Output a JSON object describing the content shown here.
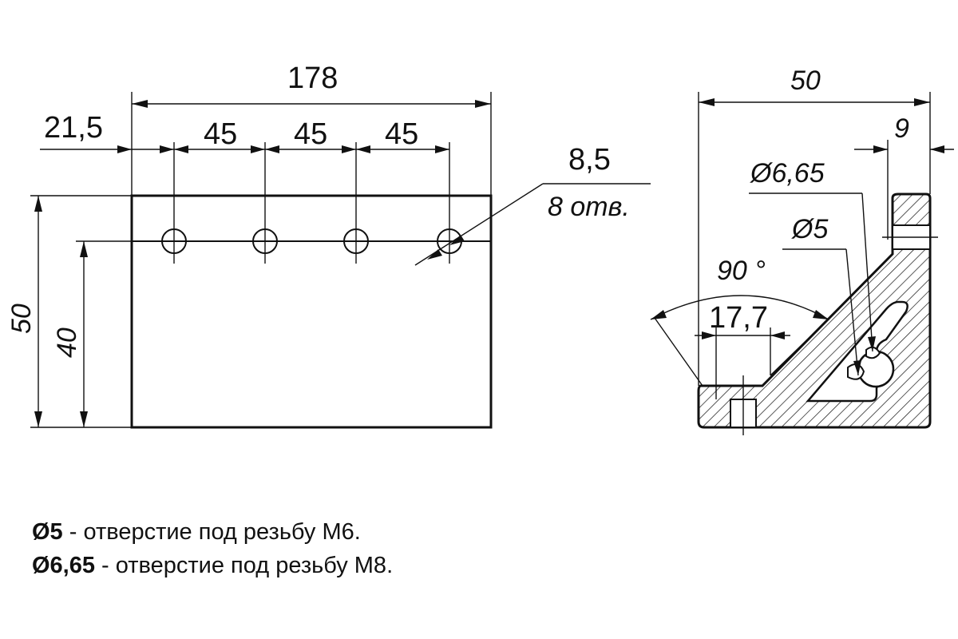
{
  "front_view": {
    "dim_total_length": "178",
    "dim_first_offset": "21,5",
    "dim_pitch_1": "45",
    "dim_pitch_2": "45",
    "dim_pitch_3": "45",
    "dim_height": "50",
    "dim_hole_line": "40",
    "hole_callout_diameter": "8,5",
    "hole_callout_count": "8 отв."
  },
  "side_view": {
    "dim_width": "50",
    "dim_offset": "9",
    "dim_d665": "Ø6,65",
    "dim_d5": "Ø5",
    "dim_angle": "90 °",
    "dim_csk": "17,7"
  },
  "notes": [
    {
      "label": "Ø5",
      "text": " - отверстие под резьбу М6."
    },
    {
      "label": "Ø6,65",
      "text": " - отверстие под резьбу М8."
    }
  ]
}
